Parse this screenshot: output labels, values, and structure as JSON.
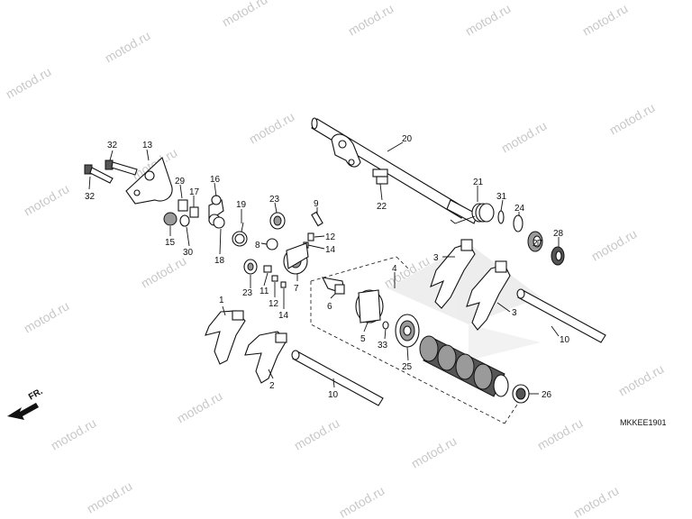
{
  "watermark": "motod.ru",
  "diagram_code": "MKKEE1901",
  "direction_label": "FR.",
  "callouts": {
    "c1": "1",
    "c2": "2",
    "c3a": "3",
    "c3b": "3",
    "c4": "4",
    "c5": "5",
    "c6": "6",
    "c7": "7",
    "c8": "8",
    "c9": "9",
    "c10a": "10",
    "c10b": "10",
    "c11": "11",
    "c12a": "12",
    "c12b": "12",
    "c13": "13",
    "c14a": "14",
    "c14b": "14",
    "c15": "15",
    "c16": "16",
    "c17": "17",
    "c18": "18",
    "c19": "19",
    "c20": "20",
    "c21": "21",
    "c22": "22",
    "c23a": "23",
    "c23b": "23",
    "c24": "24",
    "c25": "25",
    "c26": "26",
    "c27": "27",
    "c28": "28",
    "c29": "29",
    "c30": "30",
    "c31": "31",
    "c32a": "32",
    "c32b": "32",
    "c33": "33"
  }
}
